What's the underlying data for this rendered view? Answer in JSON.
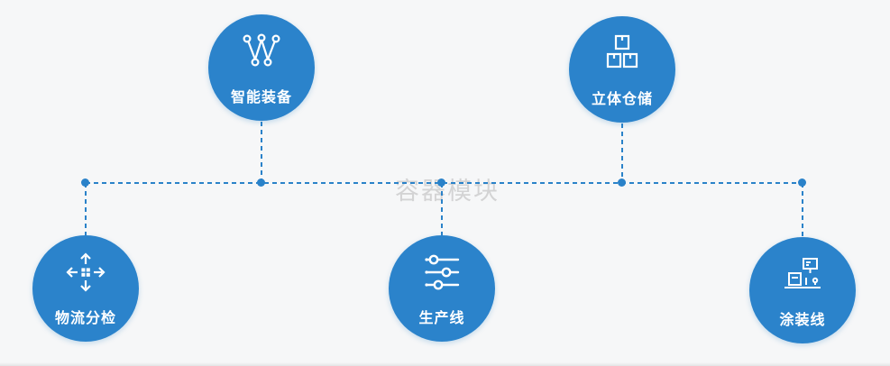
{
  "watermark": "容器模块",
  "colors": {
    "primary": "#2a82c9",
    "circle": "#2b83cb",
    "background": "#f6f7f8",
    "icon": "#ffffff",
    "watermark": "#c8c8c8"
  },
  "nodes": [
    {
      "id": "smart-equipment",
      "label": "智能装备",
      "icon": "network-nodes-icon"
    },
    {
      "id": "stereo-warehouse",
      "label": "立体仓储",
      "icon": "stacked-boxes-icon"
    },
    {
      "id": "logistics-sorting",
      "label": "物流分检",
      "icon": "move-arrows-icon"
    },
    {
      "id": "production-line",
      "label": "生产线",
      "icon": "sliders-icon"
    },
    {
      "id": "painting-line",
      "label": "涂装线",
      "icon": "machine-monitor-icon"
    }
  ]
}
